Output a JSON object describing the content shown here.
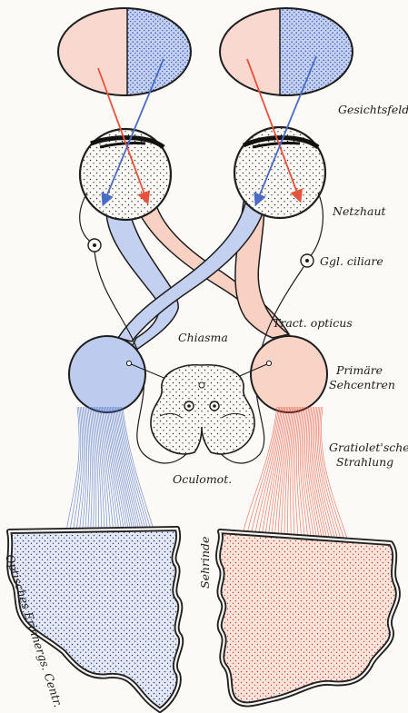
{
  "labels": {
    "gesichtsfeld": "Gesichtsfeld",
    "netzhaut": "Netzhaut",
    "ggl_ciliare": "Ggl. ciliare",
    "tract_opticus": "Tract. opticus",
    "chiasma": "Chiasma",
    "primaere_line1": "Primäre",
    "primaere_line2": "Sehcentren",
    "gratiolet_line1": "Gratiolet'sche",
    "gratiolet_line2": "Strahlung",
    "oculomot": "Oculomot.",
    "sehrinde": "Sehrinde",
    "optisches": "Optisches Erinnergs. Centr."
  },
  "colors": {
    "red": "#e8513c",
    "blue": "#4a6cc6",
    "red_fill": "#f7d4c6",
    "blue_fill": "#bccbee",
    "ink": "#1e1e1e",
    "paper": "#fbfaf6"
  }
}
